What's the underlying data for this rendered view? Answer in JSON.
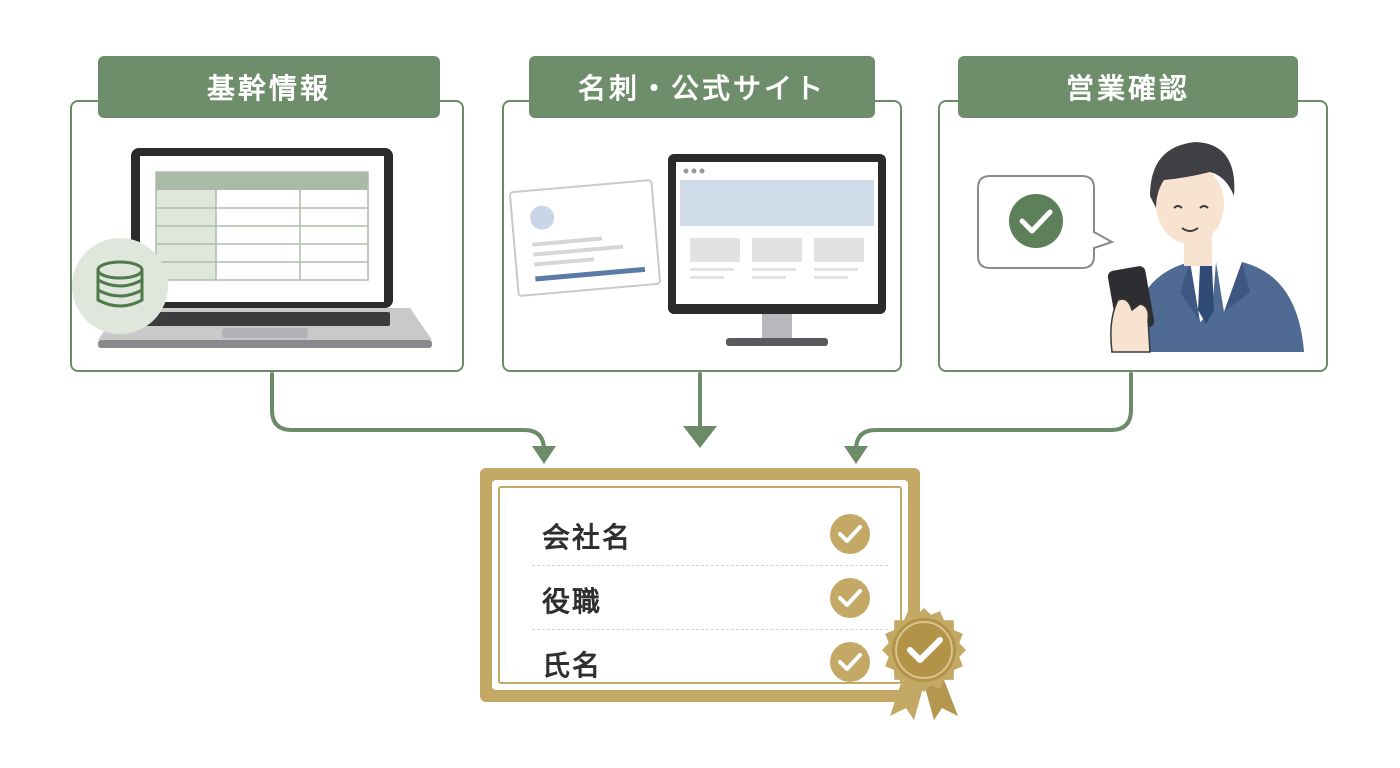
{
  "sources": [
    {
      "label": "基幹情報",
      "icon": "database-laptop-icon"
    },
    {
      "label": "名刺・公式サイト",
      "icon": "business-card-website-icon"
    },
    {
      "label": "営業確認",
      "icon": "salesperson-phone-icon"
    }
  ],
  "result": {
    "fields": [
      "会社名",
      "役職",
      "氏名"
    ],
    "badge": "verified-seal-icon"
  },
  "colors": {
    "green": "#6e8d6a",
    "gold": "#c4a866",
    "blue_suit": "#4f6b94"
  }
}
